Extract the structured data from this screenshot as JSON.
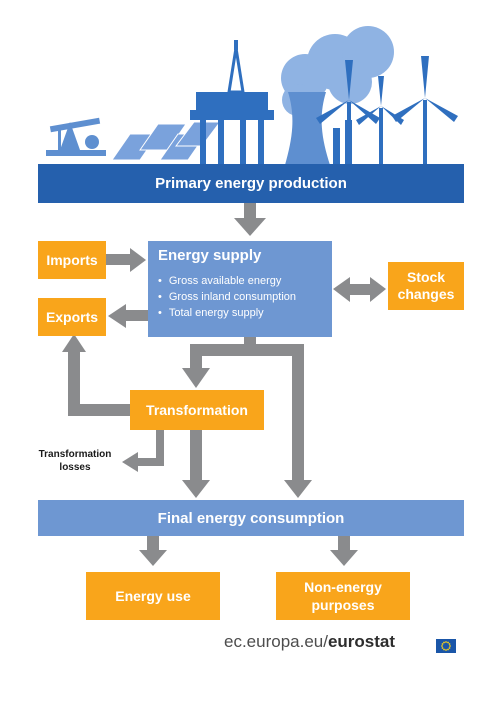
{
  "diagram": {
    "primary_energy_production": "Primary energy production",
    "imports": "Imports",
    "exports": "Exports",
    "energy_supply": {
      "title": "Energy supply",
      "items": [
        "Gross available energy",
        "Gross inland consumption",
        "Total energy supply"
      ]
    },
    "stock_changes_line1": "Stock",
    "stock_changes_line2": "changes",
    "transformation": "Transformation",
    "transformation_losses_line1": "Transformation",
    "transformation_losses_line2": "losses",
    "final_energy_consumption": "Final energy consumption",
    "energy_use": "Energy use",
    "non_energy_purposes_line1": "Non-energy",
    "non_energy_purposes_line2": "purposes"
  },
  "footer": {
    "site": "ec.europa.eu/",
    "brand": "eurostat"
  },
  "colors": {
    "orange": "#f9a51b",
    "light_blue": "#6e97d2",
    "dark_blue": "#2560ad",
    "arrow_gray": "#8a8b8d",
    "illustration": "#2f6fbf"
  },
  "icons": [
    "oil-pump-icon",
    "solar-panels-icon",
    "oil-rig-icon",
    "power-plant-icon",
    "wind-turbine-icon",
    "eu-flag-icon"
  ]
}
